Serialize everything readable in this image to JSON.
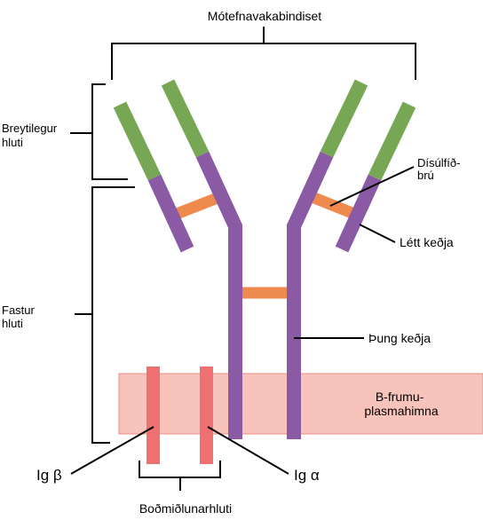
{
  "labels": {
    "antigen_binding_sites": "Mótefnavakabindiset",
    "variable_region": [
      "Breytilegur",
      "hluti"
    ],
    "constant_region": [
      "Fastur",
      "hluti"
    ],
    "disulfide_bridge": [
      "Dísúlfíð-",
      "brú"
    ],
    "light_chain": "Létt keðja",
    "heavy_chain": "Þung keðja",
    "membrane": [
      "B-frumu-",
      "plasmahimna"
    ],
    "ig_beta": "Ig β",
    "ig_alpha": "Ig α",
    "signaling_unit": "Boðmiðlunarhluti"
  },
  "colors": {
    "variable": "#77a754",
    "constant": "#8a5aa5",
    "disulfide": "#ef8a4f",
    "membrane_fill": "#f7c3ba",
    "membrane_stroke": "#ec8f85",
    "ig_chain": "#ef7070",
    "line": "#000000"
  }
}
